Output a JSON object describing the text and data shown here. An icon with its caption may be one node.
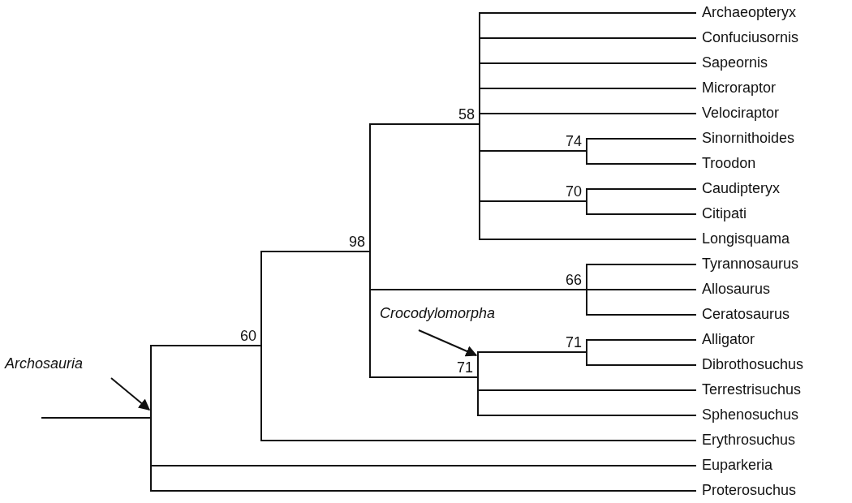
{
  "diagram": {
    "nodes": [
      {
        "text": [
          "Archosauria"
        ]
      },
      {
        "text": [
          "Crocodylomorpha"
        ]
      },
      {
        "text": [],
        "shape": "bar"
      },
      {
        "text": [],
        "shape": "bar",
        "beside": [
          "60"
        ]
      },
      {
        "text": [],
        "shape": "bar",
        "beside": [
          "98"
        ]
      },
      {
        "text": [],
        "shape": "bar",
        "beside": [
          "58"
        ]
      },
      {
        "text": [],
        "shape": "bar",
        "beside": [
          "74"
        ]
      },
      {
        "text": [],
        "shape": "bar",
        "beside": [
          "70"
        ]
      },
      {
        "text": [],
        "shape": "bar",
        "beside": [
          "66"
        ]
      },
      {
        "text": [],
        "shape": "bar",
        "beside": [
          "71"
        ]
      },
      {
        "text": [],
        "shape": "bar",
        "beside": [
          "71"
        ]
      },
      {
        "text": [
          "Archaeopteryx"
        ]
      },
      {
        "text": [
          "Confuciusornis"
        ]
      },
      {
        "text": [
          "Sapeornis"
        ]
      },
      {
        "text": [
          "Microraptor"
        ]
      },
      {
        "text": [
          "Velociraptor"
        ]
      },
      {
        "text": [
          "Sinornithoides"
        ]
      },
      {
        "text": [
          "Troodon"
        ]
      },
      {
        "text": [
          "Caudipteryx"
        ]
      },
      {
        "text": [
          "Citipati"
        ]
      },
      {
        "text": [
          "Longisquama"
        ]
      },
      {
        "text": [
          "Tyrannosaurus"
        ]
      },
      {
        "text": [
          "Allosaurus"
        ]
      },
      {
        "text": [
          "Ceratosaurus"
        ]
      },
      {
        "text": [
          "Alligator"
        ]
      },
      {
        "text": [
          "Dibrothosuchus"
        ]
      },
      {
        "text": [
          "Terrestrisuchus"
        ]
      },
      {
        "text": [
          "Sphenosuchus"
        ]
      },
      {
        "text": [
          "Erythrosuchus"
        ]
      },
      {
        "text": [
          "Euparkeria"
        ]
      },
      {
        "text": [
          "Proterosuchus"
        ]
      }
    ],
    "edges": [
      {
        "from": null,
        "to": 2,
        "arrow": "none"
      },
      {
        "from": 2,
        "to": 3,
        "arrow": "none"
      },
      {
        "from": 2,
        "to": 29,
        "arrow": "none"
      },
      {
        "from": 2,
        "to": 30,
        "arrow": "none"
      },
      {
        "from": 3,
        "to": 4,
        "arrow": "none"
      },
      {
        "from": 3,
        "to": 28,
        "arrow": "none"
      },
      {
        "from": 4,
        "to": 5,
        "arrow": "none"
      },
      {
        "from": 4,
        "to": 8,
        "arrow": "none"
      },
      {
        "from": 4,
        "to": 9,
        "arrow": "none"
      },
      {
        "from": 5,
        "to": 11,
        "arrow": "none"
      },
      {
        "from": 5,
        "to": 12,
        "arrow": "none"
      },
      {
        "from": 5,
        "to": 13,
        "arrow": "none"
      },
      {
        "from": 5,
        "to": 14,
        "arrow": "none"
      },
      {
        "from": 5,
        "to": 15,
        "arrow": "none"
      },
      {
        "from": 5,
        "to": 6,
        "arrow": "none"
      },
      {
        "from": 5,
        "to": 7,
        "arrow": "none"
      },
      {
        "from": 5,
        "to": 20,
        "arrow": "none"
      },
      {
        "from": 6,
        "to": 16,
        "arrow": "none"
      },
      {
        "from": 6,
        "to": 17,
        "arrow": "none"
      },
      {
        "from": 7,
        "to": 18,
        "arrow": "none"
      },
      {
        "from": 7,
        "to": 19,
        "arrow": "none"
      },
      {
        "from": 8,
        "to": 21,
        "arrow": "none"
      },
      {
        "from": 8,
        "to": 22,
        "arrow": "none"
      },
      {
        "from": 8,
        "to": 23,
        "arrow": "none"
      },
      {
        "from": 9,
        "to": 10,
        "arrow": "none"
      },
      {
        "from": 9,
        "to": 26,
        "arrow": "none"
      },
      {
        "from": 9,
        "to": 27,
        "arrow": "none"
      },
      {
        "from": 10,
        "to": 24,
        "arrow": "none"
      },
      {
        "from": 10,
        "to": 25,
        "arrow": "none"
      },
      {
        "from": 0,
        "to": 2,
        "arrow": "to"
      },
      {
        "from": 1,
        "to": 9,
        "arrow": "to"
      }
    ]
  }
}
